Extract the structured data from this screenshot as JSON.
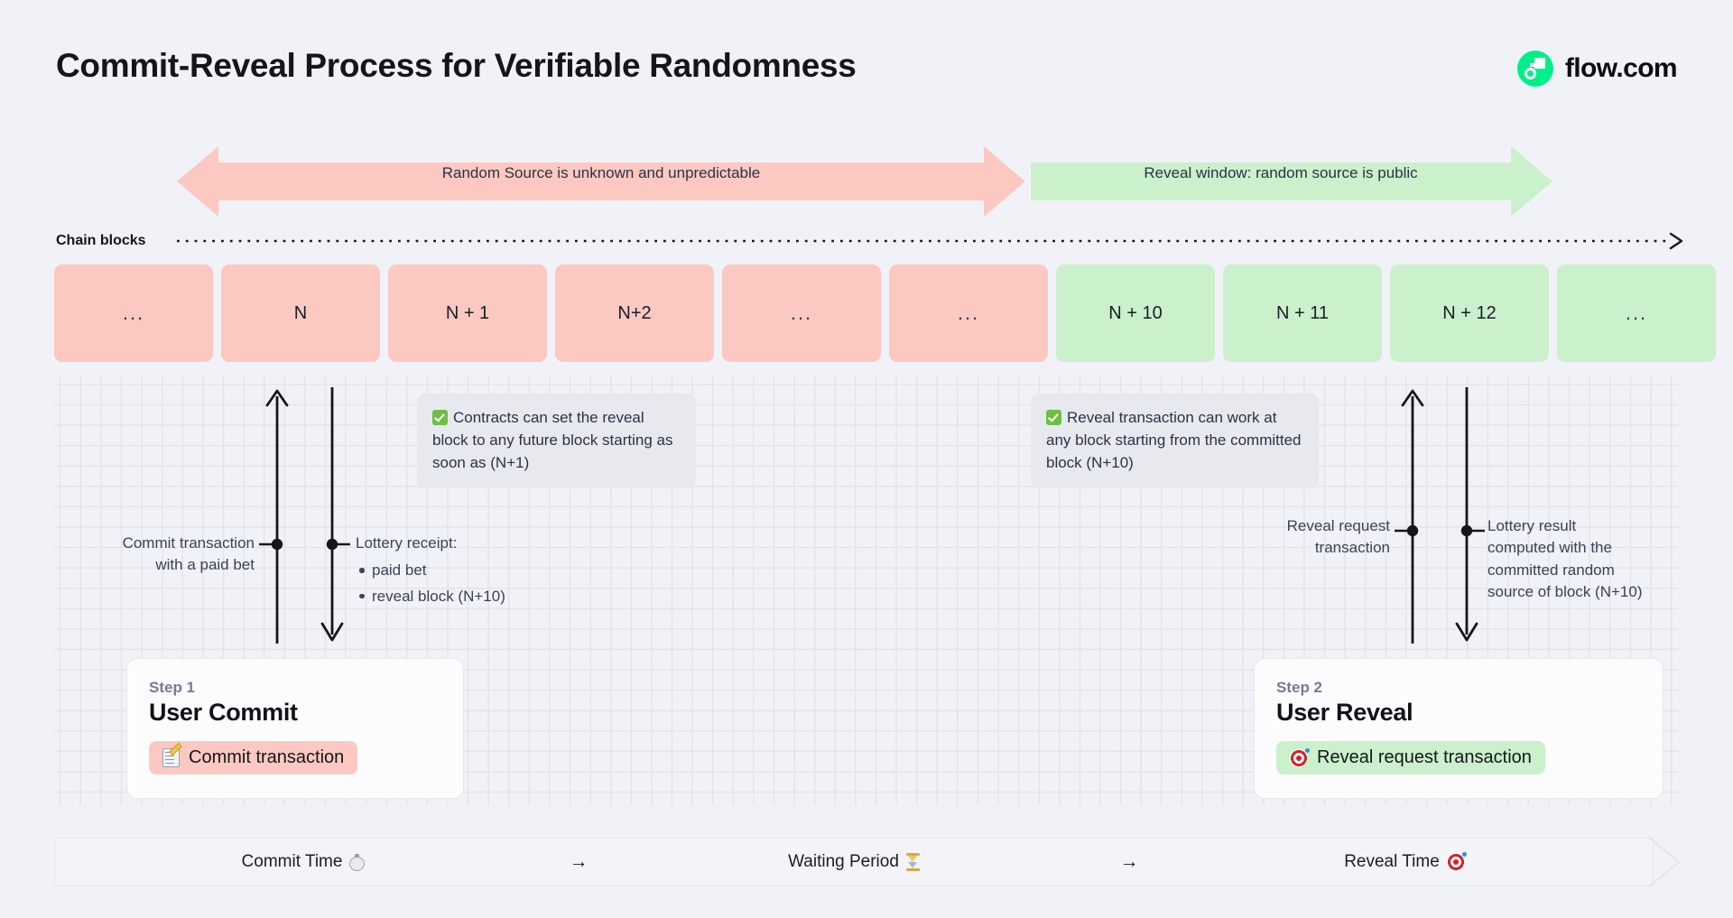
{
  "header": {
    "title": "Commit-Reveal Process for Verifiable Randomness",
    "brand_name": "flow.com",
    "brand_color": "#00EF8B"
  },
  "phases": [
    {
      "id": "unknown-phase",
      "label": "Random Source is unknown and unpredictable",
      "color": "#FBC9C2",
      "direction": "both"
    },
    {
      "id": "reveal-window-phase",
      "label": "Reveal window: random source is public",
      "color": "#CBF0CC",
      "direction": "right"
    }
  ],
  "chain": {
    "label": "Chain blocks",
    "blocks": [
      {
        "label": "...",
        "state": "pink"
      },
      {
        "label": "N",
        "state": "pink"
      },
      {
        "label": "N + 1",
        "state": "pink"
      },
      {
        "label": "N+2",
        "state": "pink"
      },
      {
        "label": "...",
        "state": "pink"
      },
      {
        "label": "...",
        "state": "pink"
      },
      {
        "label": "N + 10",
        "state": "green"
      },
      {
        "label": "N + 11",
        "state": "green"
      },
      {
        "label": "N + 12",
        "state": "green"
      },
      {
        "label": "...",
        "state": "green"
      }
    ],
    "pink_color": "#FBC9C2",
    "green_color": "#CBF0CC"
  },
  "notes": [
    {
      "id": "contracts-note",
      "icon": "check-mark-icon",
      "text": "Contracts can set the reveal block to any future block starting as soon as (N+1)"
    },
    {
      "id": "reveal-note",
      "icon": "check-mark-icon",
      "text": "Reveal transaction can work at any block starting from the committed block (N+10)"
    }
  ],
  "markers": {
    "commit_transaction": {
      "line1": "Commit transaction",
      "line2": "with a paid bet"
    },
    "lottery_receipt": {
      "heading": "Lottery receipt:",
      "bullets": [
        "paid bet",
        "reveal block (N+10)"
      ]
    },
    "reveal_request": {
      "line1": "Reveal request",
      "line2": "transaction"
    },
    "lottery_result": {
      "lines": [
        "Lottery result",
        "computed with the",
        "committed random",
        "source of block (N+10)"
      ]
    }
  },
  "steps": [
    {
      "id": "step-1",
      "kicker": "Step 1",
      "title": "User Commit",
      "pill_label": "Commit transaction",
      "pill_icon": "memo-icon",
      "pill_color": "#FBC9C2"
    },
    {
      "id": "step-2",
      "kicker": "Step 2",
      "title": "User Reveal",
      "pill_label": "Reveal request transaction",
      "pill_icon": "target-icon",
      "pill_color": "#CBF0CC"
    }
  ],
  "timeline": {
    "segments": [
      {
        "label": "Commit Time",
        "icon": "stopwatch-icon"
      },
      {
        "label": "Waiting Period",
        "icon": "hourglass-icon"
      },
      {
        "label": "Reveal Time",
        "icon": "target-icon"
      }
    ],
    "separator": "→"
  }
}
